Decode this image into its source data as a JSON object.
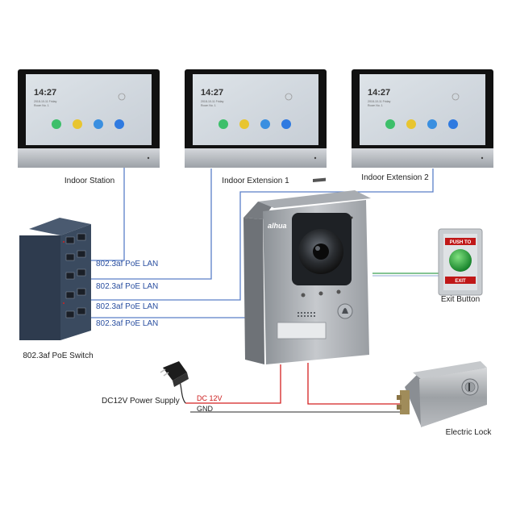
{
  "monitors": [
    {
      "label": "Indoor Station",
      "time": "14:27",
      "date": "2018-10-11 Friday",
      "room": "Room No. 1"
    },
    {
      "label": "Indoor Extension 1",
      "time": "14:27",
      "date": "2018-10-11 Friday",
      "room": "Room No. 1"
    },
    {
      "label": "Indoor Extension 2",
      "time": "14:27",
      "date": "2018-10-11 Friday",
      "room": "Room No. 1"
    }
  ],
  "switch": {
    "label": "802.3af PoE Switch"
  },
  "lan_links": [
    {
      "label": "802.3af PoE LAN"
    },
    {
      "label": "802.3af PoE LAN"
    },
    {
      "label": "802.3af PoE LAN"
    },
    {
      "label": "802.3af PoE LAN"
    }
  ],
  "door_station": {
    "brand": "alhua"
  },
  "exit_button": {
    "label": "Exit Button",
    "top_text": "PUSH TO",
    "bottom_text": "EXIT"
  },
  "power_supply": {
    "label": "DC12V Power Supply"
  },
  "wires": {
    "dc": "DC 12V",
    "gnd": "GND"
  },
  "lock": {
    "label": "Electric Lock"
  },
  "colors": {
    "lan": "#5b7fc8",
    "dc": "#d42020",
    "gnd": "#555555",
    "exit_wire": "#3aa050"
  },
  "icons": [
    "phone-icon",
    "message-icon",
    "camera-icon",
    "settings-icon"
  ]
}
